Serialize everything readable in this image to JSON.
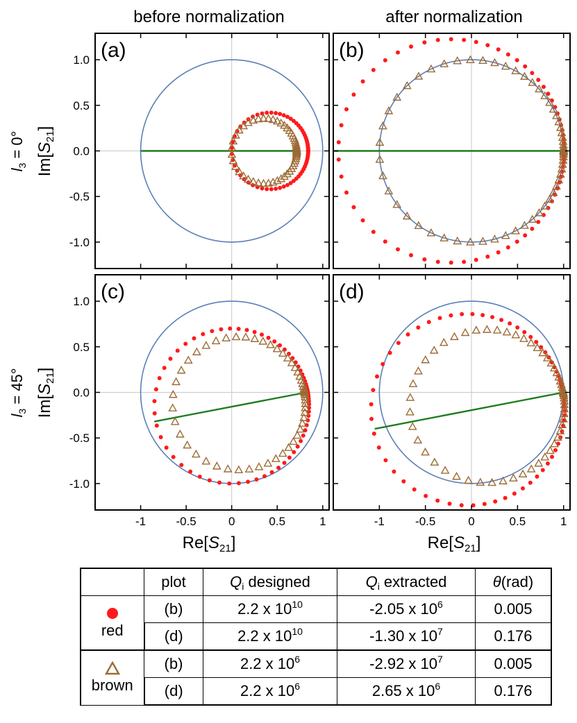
{
  "columns": {
    "left": "before normalization",
    "right": "after normalization"
  },
  "rows": {
    "top": {
      "var": "l",
      "sub": "3",
      "value": " = 0°"
    },
    "bottom": {
      "var": "l",
      "sub": "3",
      "value": " = 45°"
    }
  },
  "axis": {
    "ylabel": {
      "main": "Im[",
      "var": "S",
      "sub": "21",
      "end": "]"
    },
    "xlabel": {
      "main": "Re[",
      "var": "S",
      "sub": "21",
      "end": "]"
    },
    "xticks": [
      -1,
      -0.5,
      0,
      0.5,
      1
    ],
    "yticks": [
      1.0,
      0.5,
      0.0,
      -0.5,
      -1.0
    ],
    "xlim": [
      -1.5,
      1.07
    ],
    "ylim": [
      -1.29,
      1.29
    ]
  },
  "colors": {
    "red": "#ff1a1a",
    "brown": "#9c6b35",
    "circle": "#5b7fb5",
    "line": "#1e7d1e",
    "grid": "#c8c8c8"
  },
  "chart_data": [
    {
      "label": "(a)",
      "type": "scatter",
      "unit_circle": true,
      "series": [
        {
          "name": "red",
          "marker": "dot",
          "radius": 0.42,
          "center": [
            0.42,
            0.0
          ],
          "rotation_deg": 0,
          "points": 70
        },
        {
          "name": "brown",
          "marker": "triangle",
          "radius": 0.357,
          "center": [
            0.357,
            0.0
          ],
          "rotation_deg": 0,
          "points": 54
        }
      ],
      "line": {
        "from": [
          -1.0,
          0.0
        ],
        "to": [
          0.72,
          0.0
        ]
      }
    },
    {
      "label": "(b)",
      "type": "scatter",
      "unit_circle": true,
      "series": [
        {
          "name": "red",
          "marker": "dot",
          "radius": 1.225,
          "center": [
            -0.22,
            0.0
          ],
          "rotation_deg": 0,
          "points": 72
        },
        {
          "name": "brown",
          "marker": "triangle",
          "radius": 1.0,
          "center": [
            0.0,
            0.0
          ],
          "rotation_deg": 0,
          "points": 60
        }
      ],
      "line": {
        "from": [
          -1.5,
          0.0
        ],
        "to": [
          1.0,
          0.0
        ]
      }
    },
    {
      "label": "(c)",
      "type": "scatter",
      "unit_circle": true,
      "series": [
        {
          "name": "red",
          "marker": "dot",
          "radius": 0.85,
          "center": [
            0.0,
            -0.15
          ],
          "rotation_deg": 10,
          "points": 70
        },
        {
          "name": "brown",
          "marker": "triangle",
          "radius": 0.73,
          "center": [
            0.08,
            -0.12
          ],
          "rotation_deg": 10,
          "points": 54
        }
      ],
      "line": {
        "from": [
          -0.85,
          -0.32
        ],
        "to": [
          0.82,
          0.0
        ]
      }
    },
    {
      "label": "(d)",
      "type": "scatter",
      "unit_circle": true,
      "series": [
        {
          "name": "red",
          "marker": "dot",
          "radius": 1.05,
          "center": [
            -0.04,
            -0.19
          ],
          "rotation_deg": 10,
          "points": 72
        },
        {
          "name": "brown",
          "marker": "triangle",
          "radius": 0.84,
          "center": [
            0.17,
            -0.15
          ],
          "rotation_deg": 10,
          "points": 58
        }
      ],
      "line": {
        "from": [
          -1.05,
          -0.4
        ],
        "to": [
          1.0,
          0.0
        ]
      }
    }
  ],
  "table": {
    "headers": {
      "plot": "plot",
      "designed": {
        "var": "Q",
        "sub": "i",
        "text": " designed"
      },
      "extracted": {
        "var": "Q",
        "sub": "i",
        "text": " extracted"
      },
      "theta": {
        "var": "θ",
        "text": "(rad)"
      }
    },
    "legend": {
      "red": "red",
      "brown": "brown"
    },
    "rows": [
      {
        "plot": "(b)",
        "designed": {
          "mant": "2.2 x 10",
          "exp": "10"
        },
        "extracted": {
          "mant": "-2.05 x 10",
          "exp": "6"
        },
        "theta": "0.005"
      },
      {
        "plot": "(d)",
        "designed": {
          "mant": "2.2 x 10",
          "exp": "10"
        },
        "extracted": {
          "mant": "-1.30 x 10",
          "exp": "7"
        },
        "theta": "0.176"
      },
      {
        "plot": "(b)",
        "designed": {
          "mant": "2.2 x 10",
          "exp": "6"
        },
        "extracted": {
          "mant": "-2.92 x 10",
          "exp": "7"
        },
        "theta": "0.005"
      },
      {
        "plot": "(d)",
        "designed": {
          "mant": "2.2 x 10",
          "exp": "6"
        },
        "extracted": {
          "mant": "2.65 x 10",
          "exp": "6"
        },
        "theta": "0.176"
      }
    ]
  }
}
